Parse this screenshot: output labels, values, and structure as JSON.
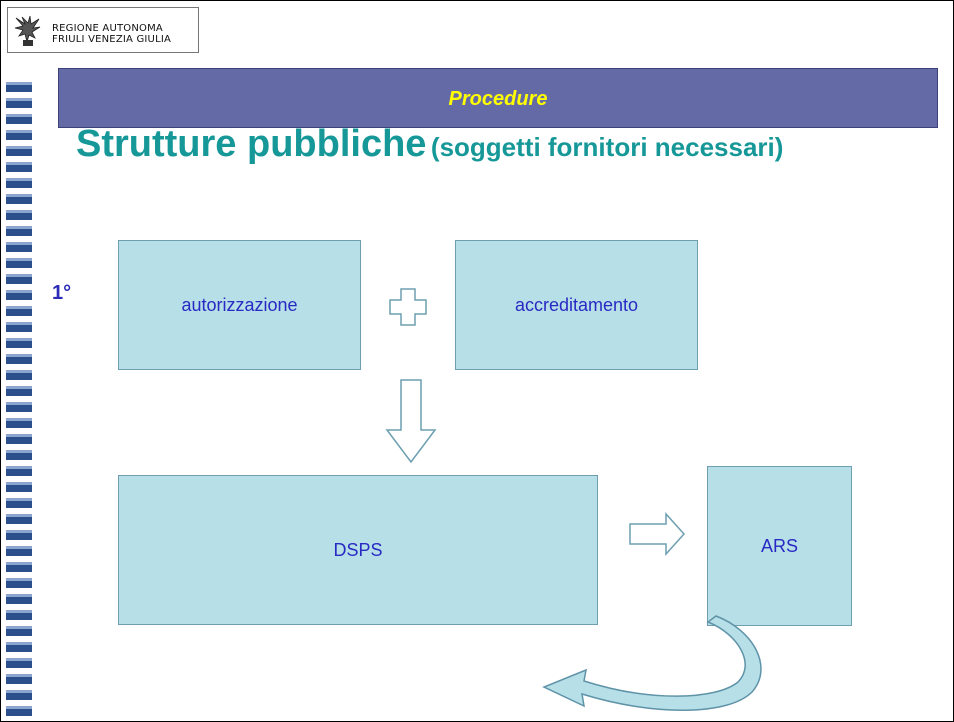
{
  "logo": {
    "line1": "REGIONE AUTONOMA",
    "line2": "FRIULI VENEZIA GIULIA"
  },
  "header": {
    "section": "Procedure"
  },
  "title": {
    "main": "Strutture pubbliche",
    "sub": "(soggetti fornitori necessari)"
  },
  "step": {
    "label": "1°"
  },
  "diagram": {
    "nodes": {
      "autorizzazione": "autorizzazione",
      "accreditamento": "accreditamento",
      "dsps": "DSPS",
      "ars": "ARS"
    }
  },
  "colors": {
    "header_bar": "#646aa6",
    "header_text": "#ffff00",
    "title_teal": "#179898",
    "box_fill": "#b6dfe7",
    "box_text": "#2929c4",
    "step_text": "#2c2cb7",
    "side_strip": "#2b4f8a"
  }
}
